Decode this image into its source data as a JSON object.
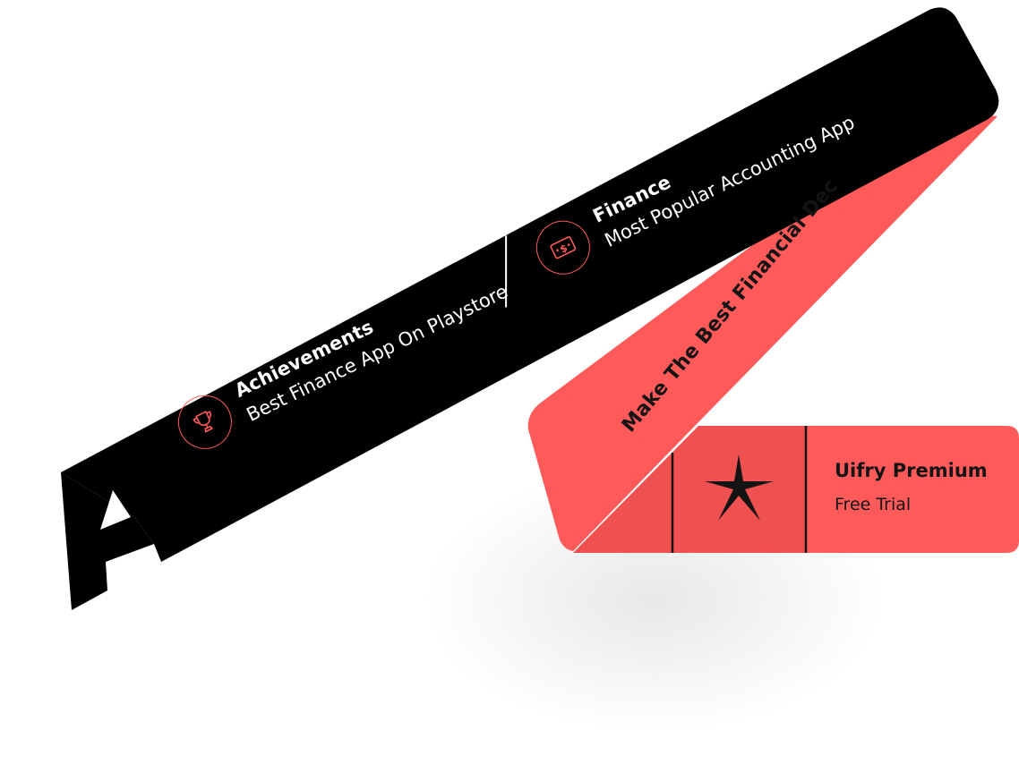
{
  "colors": {
    "accent": "#ff5a5a",
    "accent_dark": "#ef5050",
    "band": "#000000",
    "text_light": "#ffffff",
    "text_dark": "#141414"
  },
  "achievements": {
    "icon": "trophy-icon",
    "title": "Achievements",
    "subtitle": "Best Finance App On Playstore"
  },
  "finance": {
    "icon": "money-bill-icon",
    "title": "Finance",
    "subtitle": "Most Popular Accounting App"
  },
  "red_band": {
    "text": "Make The Best Financial Dec"
  },
  "premium": {
    "icon": "star-burst-icon",
    "title": "Uifry Premium",
    "subtitle": "Free Trial"
  }
}
